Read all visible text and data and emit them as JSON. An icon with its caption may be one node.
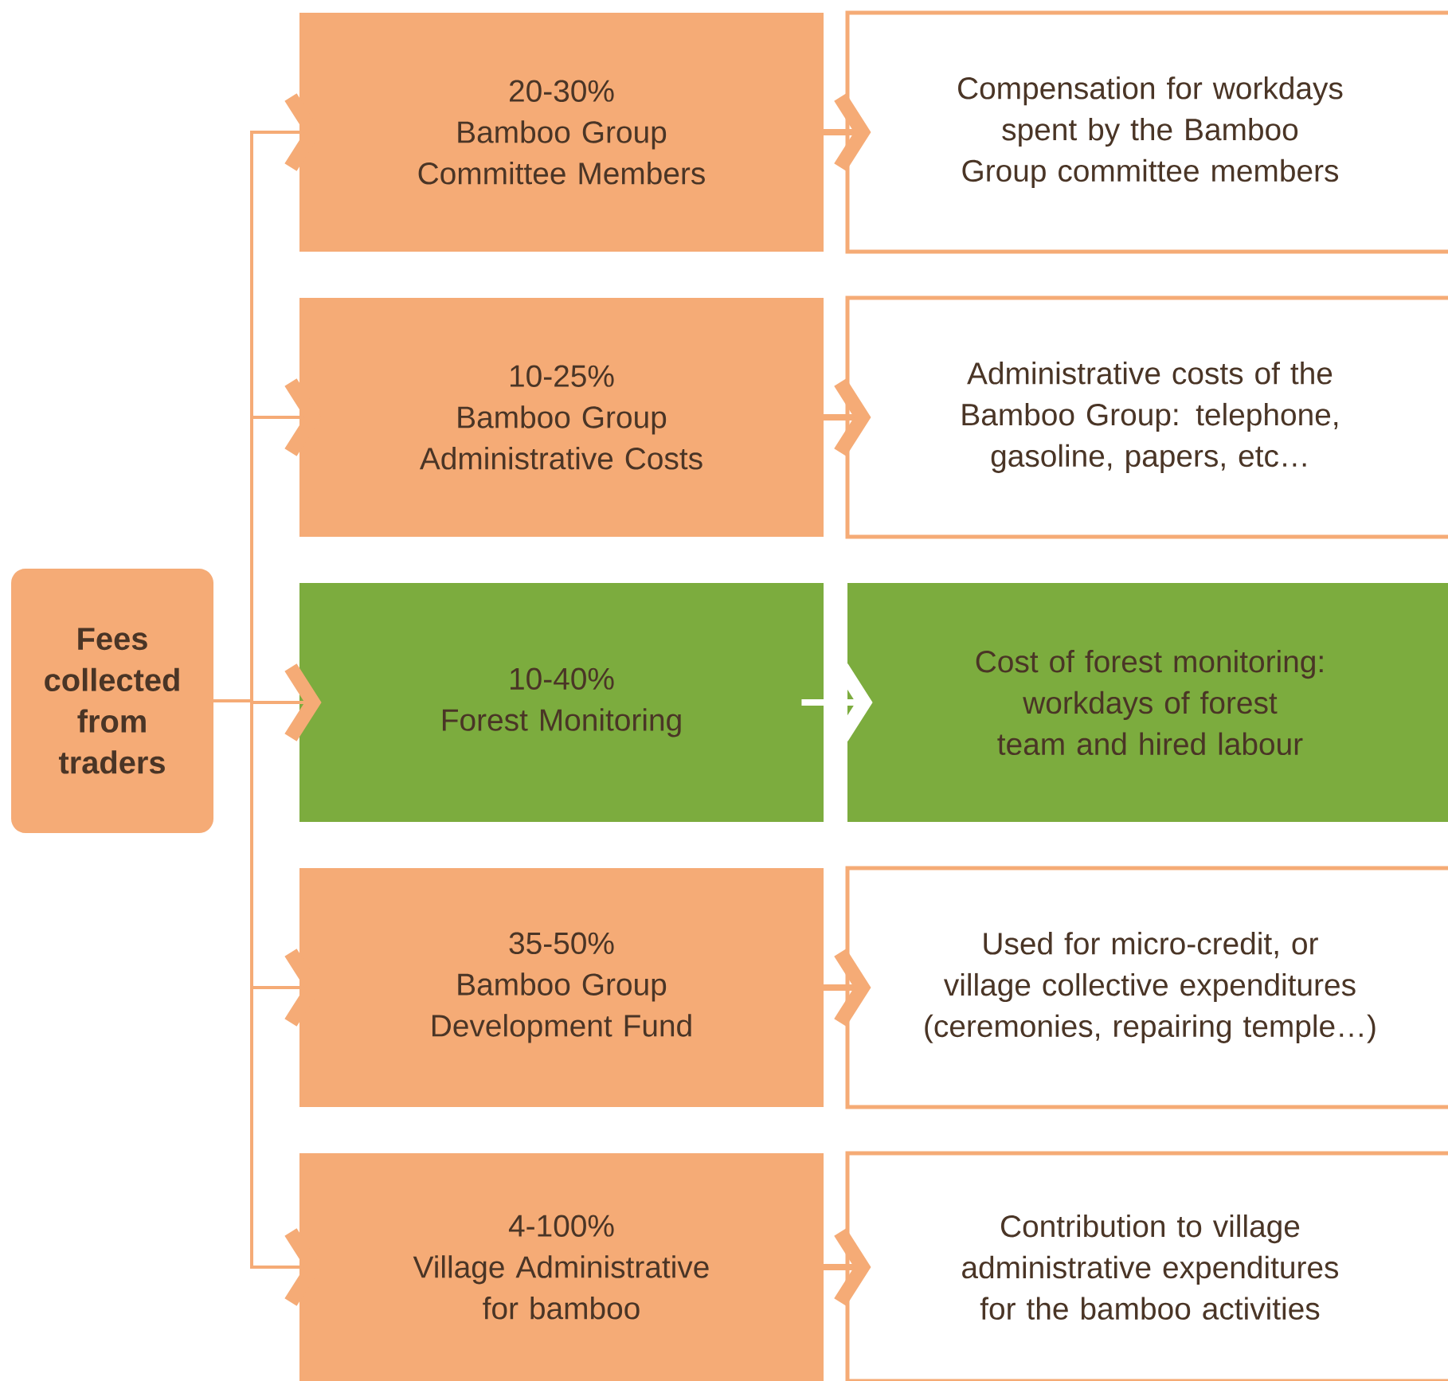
{
  "diagram": {
    "nodes": [
      {
        "text": [
          "Fees collected from traders"
        ]
      },
      {
        "text": [
          "20-30%",
          "Bamboo Group Committee Members"
        ]
      },
      {
        "text": [
          "Compensation for workdays spent by the Bamboo Group committee members"
        ]
      },
      {
        "text": [
          "10-25%",
          "Bamboo Group Administrative Costs"
        ]
      },
      {
        "text": [
          "Administrative costs of the Bamboo Group: telephone, gasoline, papers, etc…"
        ]
      },
      {
        "text": [
          "10-40%",
          "Forest Monitoring"
        ]
      },
      {
        "text": [
          "Cost of forest monitoring: workdays of forest team and hired labour"
        ]
      },
      {
        "text": [
          "35-50%",
          "Bamboo Group Development Fund"
        ]
      },
      {
        "text": [
          "Used for micro-credit, or village collective expenditures (ceremonies, repairing temple…)"
        ]
      },
      {
        "text": [
          "4-100%",
          "Village Administrative for bamboo"
        ]
      },
      {
        "text": [
          "Contribution to village administrative expenditures for the bamboo activities"
        ]
      }
    ],
    "edges": [
      {
        "from": 0,
        "to": 1,
        "arrow": "to"
      },
      {
        "from": 1,
        "to": 2,
        "arrow": "to",
        "style": "thick"
      },
      {
        "from": 0,
        "to": 3,
        "arrow": "to"
      },
      {
        "from": 3,
        "to": 4,
        "arrow": "to",
        "style": "thick"
      },
      {
        "from": 0,
        "to": 5,
        "arrow": "to"
      },
      {
        "from": 5,
        "to": 6,
        "arrow": "to",
        "style": "thick",
        "color": "#ffffff"
      },
      {
        "from": 0,
        "to": 7,
        "arrow": "to"
      },
      {
        "from": 7,
        "to": 8,
        "arrow": "to",
        "style": "thick"
      },
      {
        "from": 0,
        "to": 9,
        "arrow": "to"
      },
      {
        "from": 9,
        "to": 10,
        "arrow": "to",
        "style": "thick"
      }
    ]
  }
}
